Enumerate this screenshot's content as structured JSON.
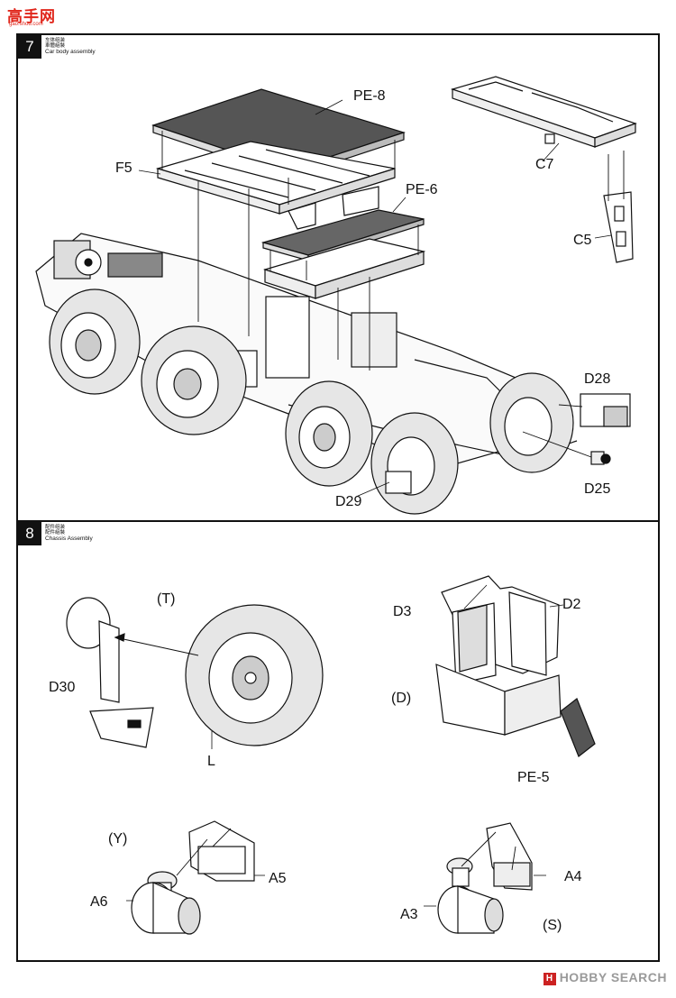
{
  "site_logo": {
    "name": "高手网",
    "url": "gao.shou.com"
  },
  "steps": [
    {
      "number": "7",
      "title_cn_1": "车体组装",
      "title_cn_2": "車體組裝",
      "title_en": "Car body assembly",
      "labels": {
        "pe8": "PE-8",
        "f5": "F5",
        "pe6": "PE-6",
        "c7": "C7",
        "c5": "C5",
        "d28": "D28",
        "d25": "D25",
        "d29": "D29"
      }
    },
    {
      "number": "8",
      "title_cn_1": "配件组装",
      "title_cn_2": "配件組裝",
      "title_en": "Chassis Assembly",
      "labels": {
        "t": "(T)",
        "d30": "D30",
        "l": "L",
        "d3": "D3",
        "d2": "D2",
        "d": "(D)",
        "pe5": "PE-5",
        "y": "(Y)",
        "a6": "A6",
        "a5": "A5",
        "a4": "A4",
        "a3": "A3",
        "s": "(S)"
      }
    }
  ],
  "watermark": "HOBBY SEARCH",
  "icons": {
    "watermark_mark": "hobbysearch-logo-icon"
  }
}
